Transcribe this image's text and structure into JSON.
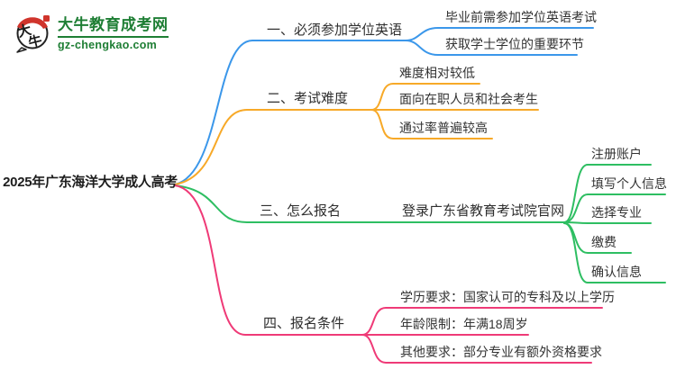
{
  "brand": {
    "name": "大牛教育成考网",
    "domain": "gz-chengkao.com",
    "icon_char_1": "大",
    "icon_char_2": "牛",
    "green": "#1e7e34",
    "red": "#d0342c"
  },
  "root": {
    "label": "2025年广东海洋大学成人高考"
  },
  "branches": [
    {
      "label": "一、必须参加学位英语",
      "color": "#3b97ea",
      "children": [
        {
          "label": "毕业前需参加学位英语考试"
        },
        {
          "label": "获取学士学位的重要环节"
        }
      ]
    },
    {
      "label": "二、考试难度",
      "color": "#f7a928",
      "children": [
        {
          "label": "难度相对较低"
        },
        {
          "label": "面向在职人员和社会考生"
        },
        {
          "label": "通过率普遍较高"
        }
      ]
    },
    {
      "label": "三、怎么报名",
      "color": "#2ebe62",
      "children": [
        {
          "label": "登录广东省教育考试院官网",
          "children": [
            {
              "label": "注册账户"
            },
            {
              "label": "填写个人信息"
            },
            {
              "label": "选择专业"
            },
            {
              "label": "缴费"
            },
            {
              "label": "确认信息"
            }
          ]
        }
      ]
    },
    {
      "label": "四、报名条件",
      "color": "#ef3a77",
      "children": [
        {
          "label": "学历要求：国家认可的专科及以上学历"
        },
        {
          "label": "年龄限制：年满18周岁"
        },
        {
          "label": "其他要求：部分专业有额外资格要求"
        }
      ]
    }
  ]
}
